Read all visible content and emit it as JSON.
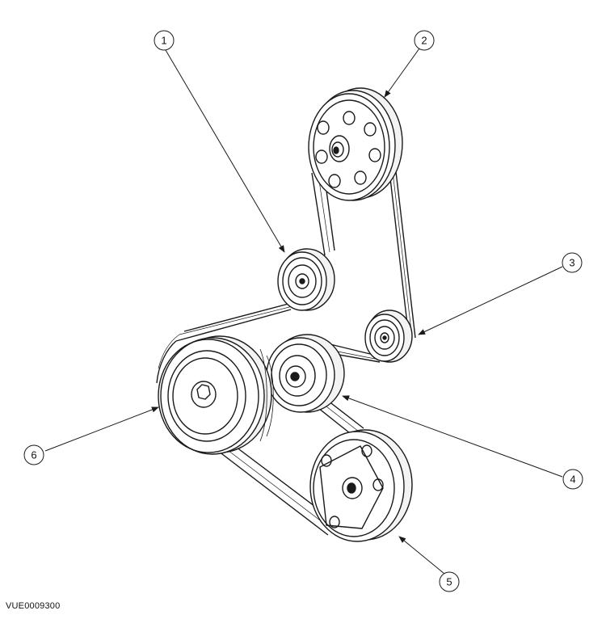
{
  "callouts": [
    {
      "id": "1",
      "label": "1"
    },
    {
      "id": "2",
      "label": "2"
    },
    {
      "id": "3",
      "label": "3"
    },
    {
      "id": "4",
      "label": "4"
    },
    {
      "id": "5",
      "label": "5"
    },
    {
      "id": "6",
      "label": "6"
    }
  ],
  "document_id": "VUE0009300",
  "colors": {
    "line": "#1a1a1a",
    "paper": "#ffffff",
    "shade": "#f3f3f3"
  }
}
